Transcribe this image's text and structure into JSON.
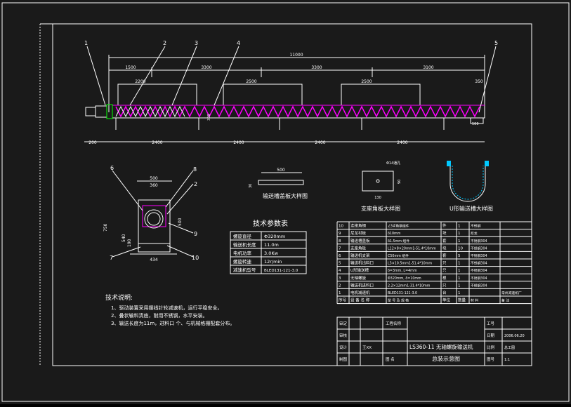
{
  "colors": {
    "background": "#1a1a1a",
    "line": "#ffffff",
    "accent": "#ff00ff",
    "green": "#00ff00",
    "cyan": "#00c8ff",
    "yellow": "#ffff00",
    "red": "#ff2020"
  },
  "main_view": {
    "total_length": "11000",
    "segments_top": [
      "1500",
      "3300",
      "3300",
      "3100"
    ],
    "inlets": [
      "2200",
      "2500",
      "2500"
    ],
    "right_end": "350",
    "height_dim": "300",
    "end_dim": "500",
    "bottom_left": "200",
    "bottom_segments": [
      "2400",
      "2400",
      "2400",
      "2400"
    ]
  },
  "callouts_main": [
    "1",
    "2",
    "3",
    "4",
    "5"
  ],
  "section_view": {
    "top_w1": "500",
    "top_w2": "360",
    "height1": "750",
    "height2": "540",
    "height3": "190",
    "right_dim": "500",
    "base_w": "434",
    "callouts": [
      "6",
      "8",
      "2",
      "9",
      "7",
      "10"
    ]
  },
  "detail_cover": {
    "dim": "500",
    "vertical": "30",
    "caption": "输送槽盖板大样图"
  },
  "detail_bearing": {
    "hole": "Φ14通孔",
    "dim_v": "90",
    "dim_h": "130",
    "caption": "支座角板大样图"
  },
  "detail_u": {
    "caption": "U形输送槽大样图"
  },
  "tech_params": {
    "title": "技术参数表",
    "rows": [
      {
        "k": "螺旋直径",
        "v": "Φ320mm"
      },
      {
        "k": "输送机长度",
        "v": "11.0m"
      },
      {
        "k": "电机功率",
        "v": "3.0Kw"
      },
      {
        "k": "螺旋转速",
        "v": "12r/min"
      },
      {
        "k": "减速机型号",
        "v": "BLED131-121-3.0"
      }
    ]
  },
  "tech_notes": {
    "title": "技术说明:",
    "items": [
      "1、驱动装置采用摆线针轮减速机，运行平稳安全。",
      "2、叠状输料清底，耐用不锈钢，水平安装。",
      "3、输送长度为11m，进料口 个、与机械格栅配套分布。"
    ]
  },
  "bom": {
    "rows": [
      {
        "no": "10",
        "name": "连接角钢",
        "spec": "∠5#角钢组件",
        "unit": "件",
        "qty": "1",
        "mat": "不锈钢",
        "note": ""
      },
      {
        "no": "9",
        "name": "尼龙衬板",
        "spec": "δ10mm",
        "unit": "块",
        "qty": "1",
        "mat": "尼龙",
        "note": ""
      },
      {
        "no": "8",
        "name": "输送槽盖板",
        "spec": "δ1.5mm 组件",
        "unit": "套",
        "qty": "1",
        "mat": "不锈钢304",
        "note": ""
      },
      {
        "no": "7",
        "name": "支座角板",
        "spec": "L12×8×20mm1-51.4*10mm",
        "unit": "块",
        "qty": "10",
        "mat": "不锈钢304",
        "note": ""
      },
      {
        "no": "6",
        "name": "输送机支架",
        "spec": "C50mm 组件",
        "unit": "套",
        "qty": "5",
        "mat": "不锈钢304",
        "note": ""
      },
      {
        "no": "5",
        "name": "输送机出料口",
        "spec": "L3×10.5mm1-51.4*10mm",
        "unit": "只",
        "qty": "1",
        "mat": "不锈钢304",
        "note": ""
      },
      {
        "no": "4",
        "name": "U形输送槽",
        "spec": "δ=3mm, L=4mm",
        "unit": "只",
        "qty": "1",
        "mat": "不锈钢304",
        "note": ""
      },
      {
        "no": "3",
        "name": "无轴螺旋",
        "spec": "Φ320mm, δ=10mm",
        "unit": "根",
        "qty": "1",
        "mat": "不锈钢304",
        "note": ""
      },
      {
        "no": "2",
        "name": "输送机进料口",
        "spec": "2.2×12mm1-31.4*10mm",
        "unit": "只",
        "qty": "1",
        "mat": "不锈钢304",
        "note": ""
      },
      {
        "no": "1",
        "name": "电机减速机",
        "spec": "BLED131-121-3.0",
        "unit": "台",
        "qty": "1",
        "mat": "",
        "note": "常州减速机厂"
      }
    ],
    "header": {
      "no": "序号",
      "name": "设 备 名 称",
      "spec": "型 号 及 规 格",
      "unit": "单位",
      "qty": "数量",
      "mat": "材  料",
      "note": "备  注"
    }
  },
  "title_block": {
    "left_labels": [
      "审定",
      "审核",
      "设计",
      "制图"
    ],
    "left_values": [
      "",
      "",
      "王XX",
      ""
    ],
    "mid_labels": [
      "工程名称",
      "",
      "",
      "图 名"
    ],
    "project_name": "",
    "drawing_name1": "LS360-11 无轴螺旋输送机",
    "drawing_name2": "总装示意图",
    "right_labels": [
      "工号",
      "日期",
      "比例",
      "图号"
    ],
    "right_values": [
      "",
      "2006.06.20",
      "总工图",
      "1:1"
    ]
  }
}
